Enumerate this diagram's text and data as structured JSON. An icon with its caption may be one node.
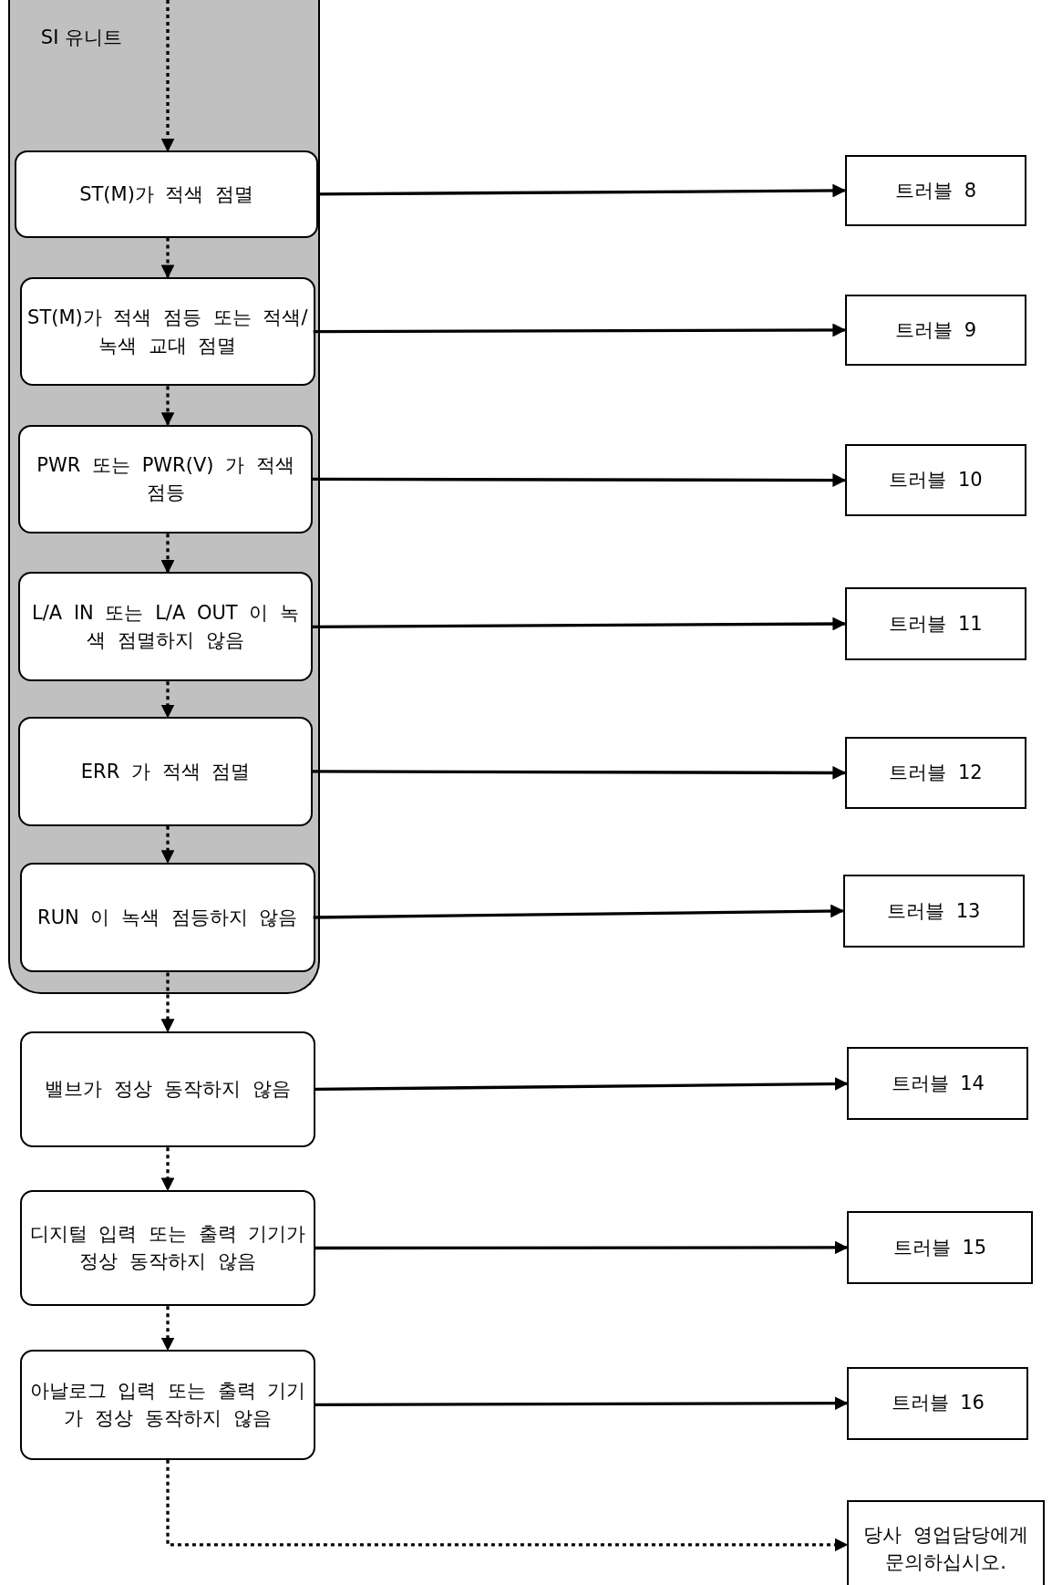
{
  "diagram": {
    "nodes": [
      {
        "text": [
          "SI 유니트"
        ]
      },
      {
        "text": [
          "ST(M)가 적색 점멸"
        ],
        "in": 0
      },
      {
        "text": [
          "트러블 8"
        ]
      },
      {
        "text": [
          "ST(M)가 적색 점등 또는 적색/녹색 교대 점멸"
        ],
        "in": 0
      },
      {
        "text": [
          "트러블 9"
        ]
      },
      {
        "text": [
          "PWR 또는 PWR(V) 가 적색 점등"
        ],
        "in": 0
      },
      {
        "text": [
          "트러블 10"
        ]
      },
      {
        "text": [
          "L/A IN 또는 L/A OUT 이 녹색 점멸하지 않음"
        ],
        "in": 0
      },
      {
        "text": [
          "트러블 11"
        ]
      },
      {
        "text": [
          "ERR 가 적색 점멸"
        ],
        "in": 0
      },
      {
        "text": [
          "트러블 12"
        ]
      },
      {
        "text": [
          "RUN 이 녹색 점등하지 않음"
        ],
        "in": 0
      },
      {
        "text": [
          "트러블 13"
        ]
      },
      {
        "text": [
          "밸브가 정상 동작하지 않음"
        ]
      },
      {
        "text": [
          "트러블 14"
        ]
      },
      {
        "text": [
          "디지털 입력 또는 출력 기기가 정상 동작하지 않음"
        ]
      },
      {
        "text": [
          "트러블 15"
        ]
      },
      {
        "text": [
          "아날로그 입력 또는 출력 기기가 정상 동작하지 않음"
        ]
      },
      {
        "text": [
          "트러블 16"
        ]
      },
      {
        "text": [
          "당사 영업담당에게 문의하십시오."
        ]
      }
    ],
    "edges": [
      {
        "from": null,
        "to": 1,
        "arrow": "to",
        "style": "dashed"
      },
      {
        "from": 1,
        "to": 2,
        "arrow": "to"
      },
      {
        "from": 1,
        "to": 3,
        "arrow": "to",
        "style": "dashed"
      },
      {
        "from": 3,
        "to": 4,
        "arrow": "to"
      },
      {
        "from": 3,
        "to": 5,
        "arrow": "to",
        "style": "dashed"
      },
      {
        "from": 5,
        "to": 6,
        "arrow": "to"
      },
      {
        "from": 5,
        "to": 7,
        "arrow": "to",
        "style": "dashed"
      },
      {
        "from": 7,
        "to": 8,
        "arrow": "to"
      },
      {
        "from": 7,
        "to": 9,
        "arrow": "to",
        "style": "dashed"
      },
      {
        "from": 9,
        "to": 10,
        "arrow": "to"
      },
      {
        "from": 9,
        "to": 11,
        "arrow": "to",
        "style": "dashed"
      },
      {
        "from": 11,
        "to": 12,
        "arrow": "to"
      },
      {
        "from": 11,
        "to": 13,
        "arrow": "to",
        "style": "dashed"
      },
      {
        "from": 13,
        "to": 14,
        "arrow": "to"
      },
      {
        "from": 13,
        "to": 15,
        "arrow": "to",
        "style": "dashed"
      },
      {
        "from": 15,
        "to": 16,
        "arrow": "to"
      },
      {
        "from": 15,
        "to": 17,
        "arrow": "to",
        "style": "dashed"
      },
      {
        "from": 17,
        "to": 18,
        "arrow": "to"
      },
      {
        "from": 17,
        "to": 19,
        "arrow": "to",
        "style": "dashed"
      }
    ]
  }
}
